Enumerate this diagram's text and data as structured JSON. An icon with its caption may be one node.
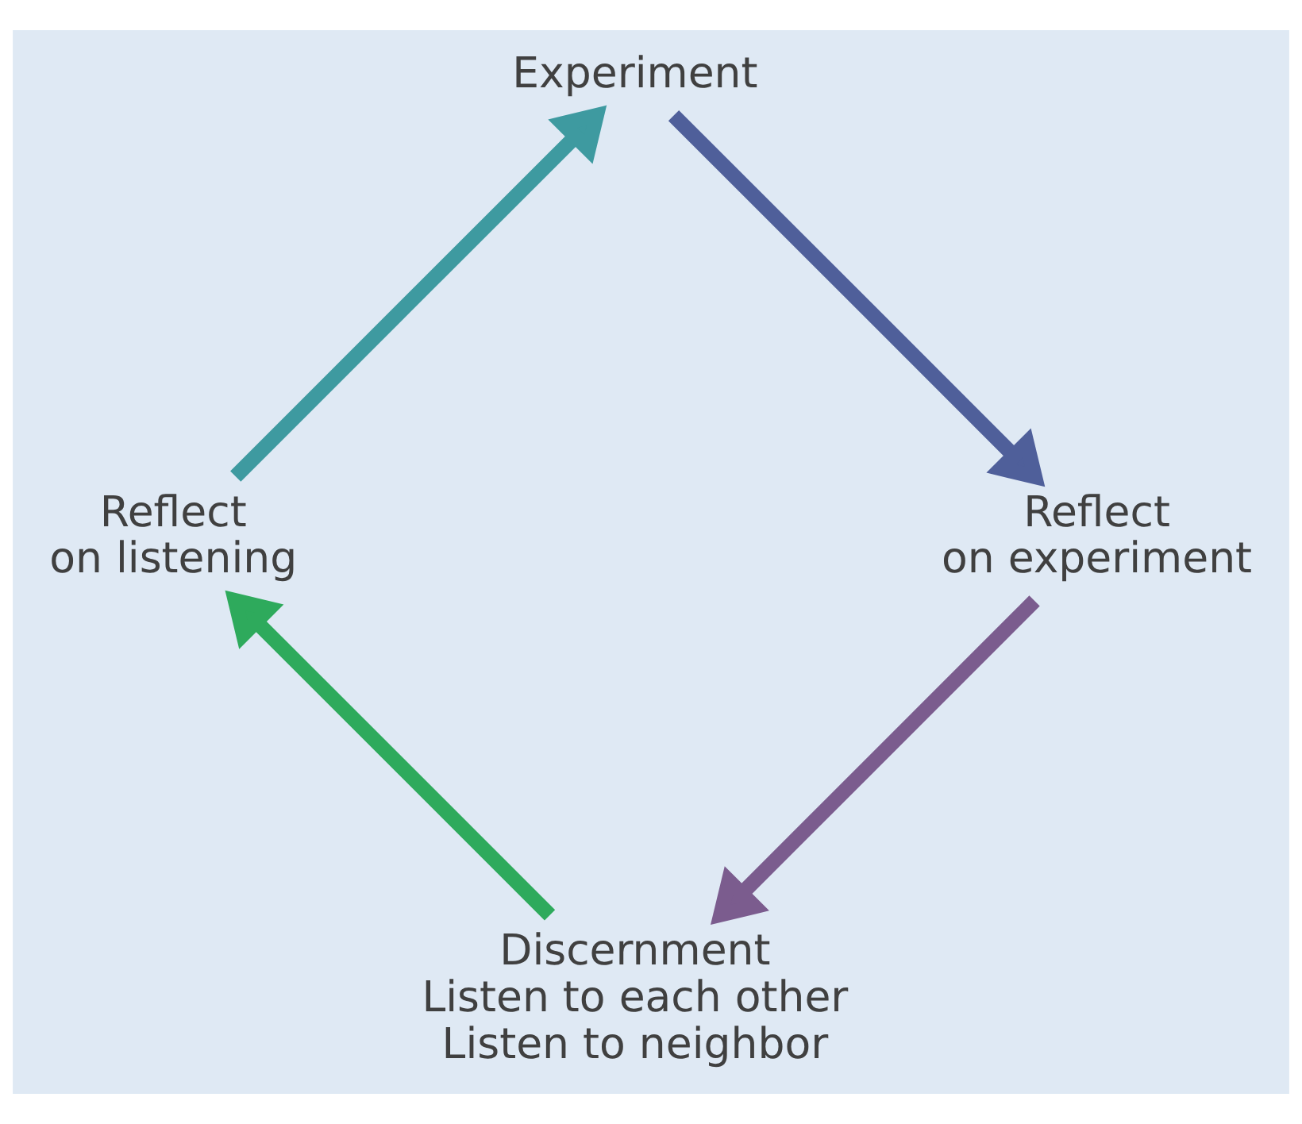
{
  "diagram": {
    "nodes": [
      {
        "text": [
          "Discernment",
          "Listen to each other",
          "Listen to neighbor"
        ]
      },
      {
        "text": [
          "Reflect on listening"
        ]
      },
      {
        "text": [
          "Experiment"
        ]
      },
      {
        "text": [
          "Reflect on experiment"
        ]
      }
    ],
    "edges": [
      {
        "from": 3,
        "to": 0,
        "arrow": "to",
        "color": "#7b5c8e"
      },
      {
        "from": 0,
        "to": 1,
        "arrow": "to",
        "color": "#2eaa5c"
      },
      {
        "from": 1,
        "to": 2,
        "arrow": "to",
        "color": "#3e9aa0"
      },
      {
        "from": 2,
        "to": 3,
        "arrow": "to",
        "color": "#4f5f9a"
      }
    ]
  }
}
